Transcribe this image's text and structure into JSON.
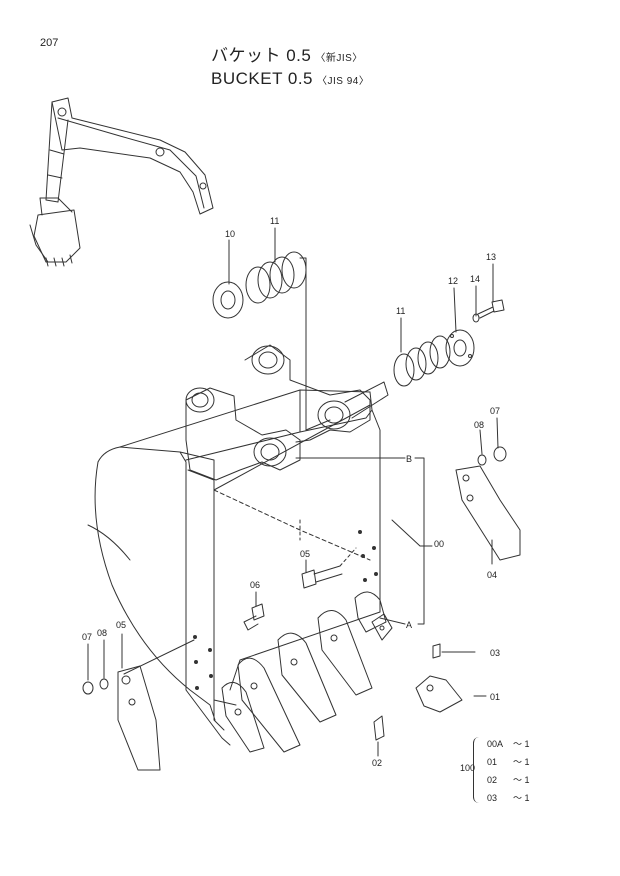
{
  "page_number": "207",
  "title": {
    "line1_main": "バケット 0.5",
    "line1_sub": "〈新JIS〉",
    "line2_main": "BUCKET 0.5",
    "line2_sub": "〈JIS 94〉"
  },
  "part_labels": {
    "p00": "00",
    "p01": "01",
    "p02": "02",
    "p03": "03",
    "p04": "04",
    "p05a": "05",
    "p05b": "05",
    "p06": "06",
    "p07a": "07",
    "p07b": "07",
    "p08a": "08",
    "p08b": "08",
    "p10": "10",
    "p11a": "11",
    "p11b": "11",
    "p12": "12",
    "p13": "13",
    "p14": "14",
    "ref_a": "A",
    "ref_b": "B"
  },
  "kit": {
    "quantity_label": "100",
    "items": [
      {
        "code": "00A",
        "qty": "～ 1"
      },
      {
        "code": "01",
        "qty": "～ 1"
      },
      {
        "code": "02",
        "qty": "～ 1"
      },
      {
        "code": "03",
        "qty": "～ 1"
      }
    ]
  },
  "colors": {
    "line": "#333333",
    "background": "#ffffff"
  }
}
